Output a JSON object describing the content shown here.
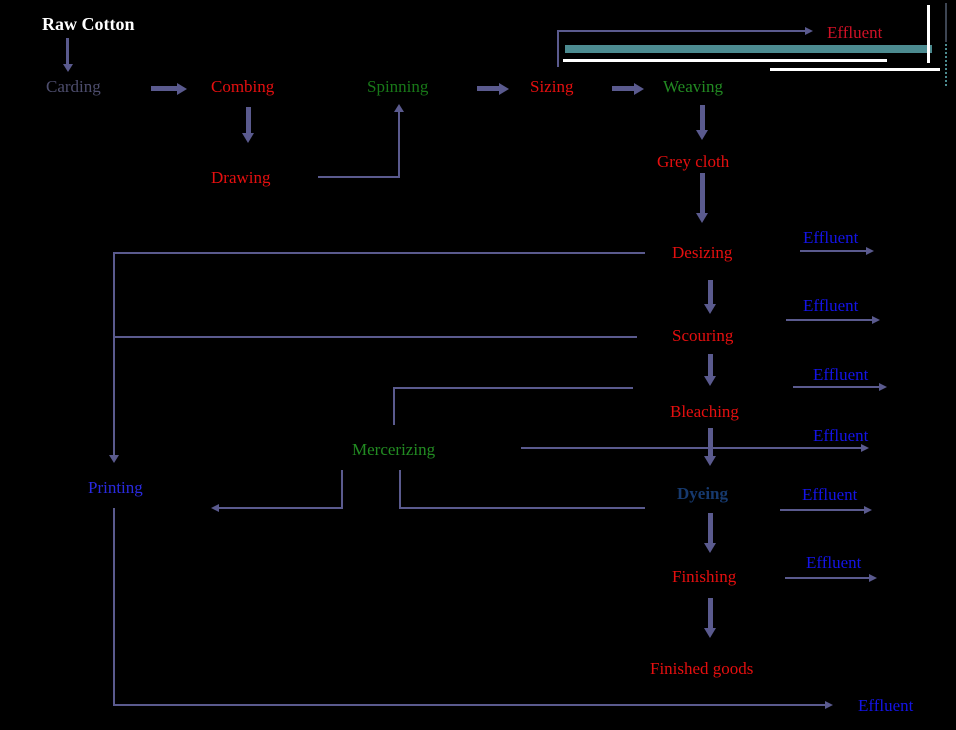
{
  "diagram_title": "Cotton textile processing flow with effluent discharge points",
  "colors": {
    "background": "#000000",
    "line_slate": "#5a5a8e",
    "teal_bar": "#4c8b90",
    "white": "#ffffff",
    "process_red": "#e50f0f",
    "effluent_red": "#cf1126",
    "effluent_blue": "#1414e6",
    "printing_blue": "#2a2ae0",
    "dyeing_navy": "#16396e",
    "green": "#228b22",
    "carding_gray": "#4d4d6d"
  },
  "nodes": {
    "raw_cotton": {
      "label": "Raw Cotton"
    },
    "carding": {
      "label": "Carding"
    },
    "combing": {
      "label": "Combing"
    },
    "spinning": {
      "label": "Spinning"
    },
    "sizing": {
      "label": "Sizing"
    },
    "weaving": {
      "label": "Weaving"
    },
    "drawing": {
      "label": "Drawing"
    },
    "grey_cloth": {
      "label": "Grey cloth"
    },
    "desizing": {
      "label": "Desizing"
    },
    "scouring": {
      "label": "Scouring"
    },
    "bleaching": {
      "label": "Bleaching"
    },
    "mercerizing": {
      "label": "Mercerizing"
    },
    "dyeing": {
      "label": "Dyeing"
    },
    "printing": {
      "label": "Printing"
    },
    "finishing": {
      "label": "Finishing"
    },
    "finished_goods": {
      "label": "Finished goods"
    }
  },
  "labels": {
    "effluent": "Effluent"
  },
  "effluent_points": [
    "sizing-top",
    "desizing",
    "scouring",
    "bleaching",
    "mercerizing",
    "dyeing",
    "finishing",
    "printing-bottom"
  ],
  "flow": [
    "Raw Cotton > Carding > Combing > Drawing > Spinning > Sizing > Weaving > Grey cloth > Desizing > Scouring > Bleaching > Mercerizing > Dyeing/Printing > Finishing > Finished goods"
  ]
}
